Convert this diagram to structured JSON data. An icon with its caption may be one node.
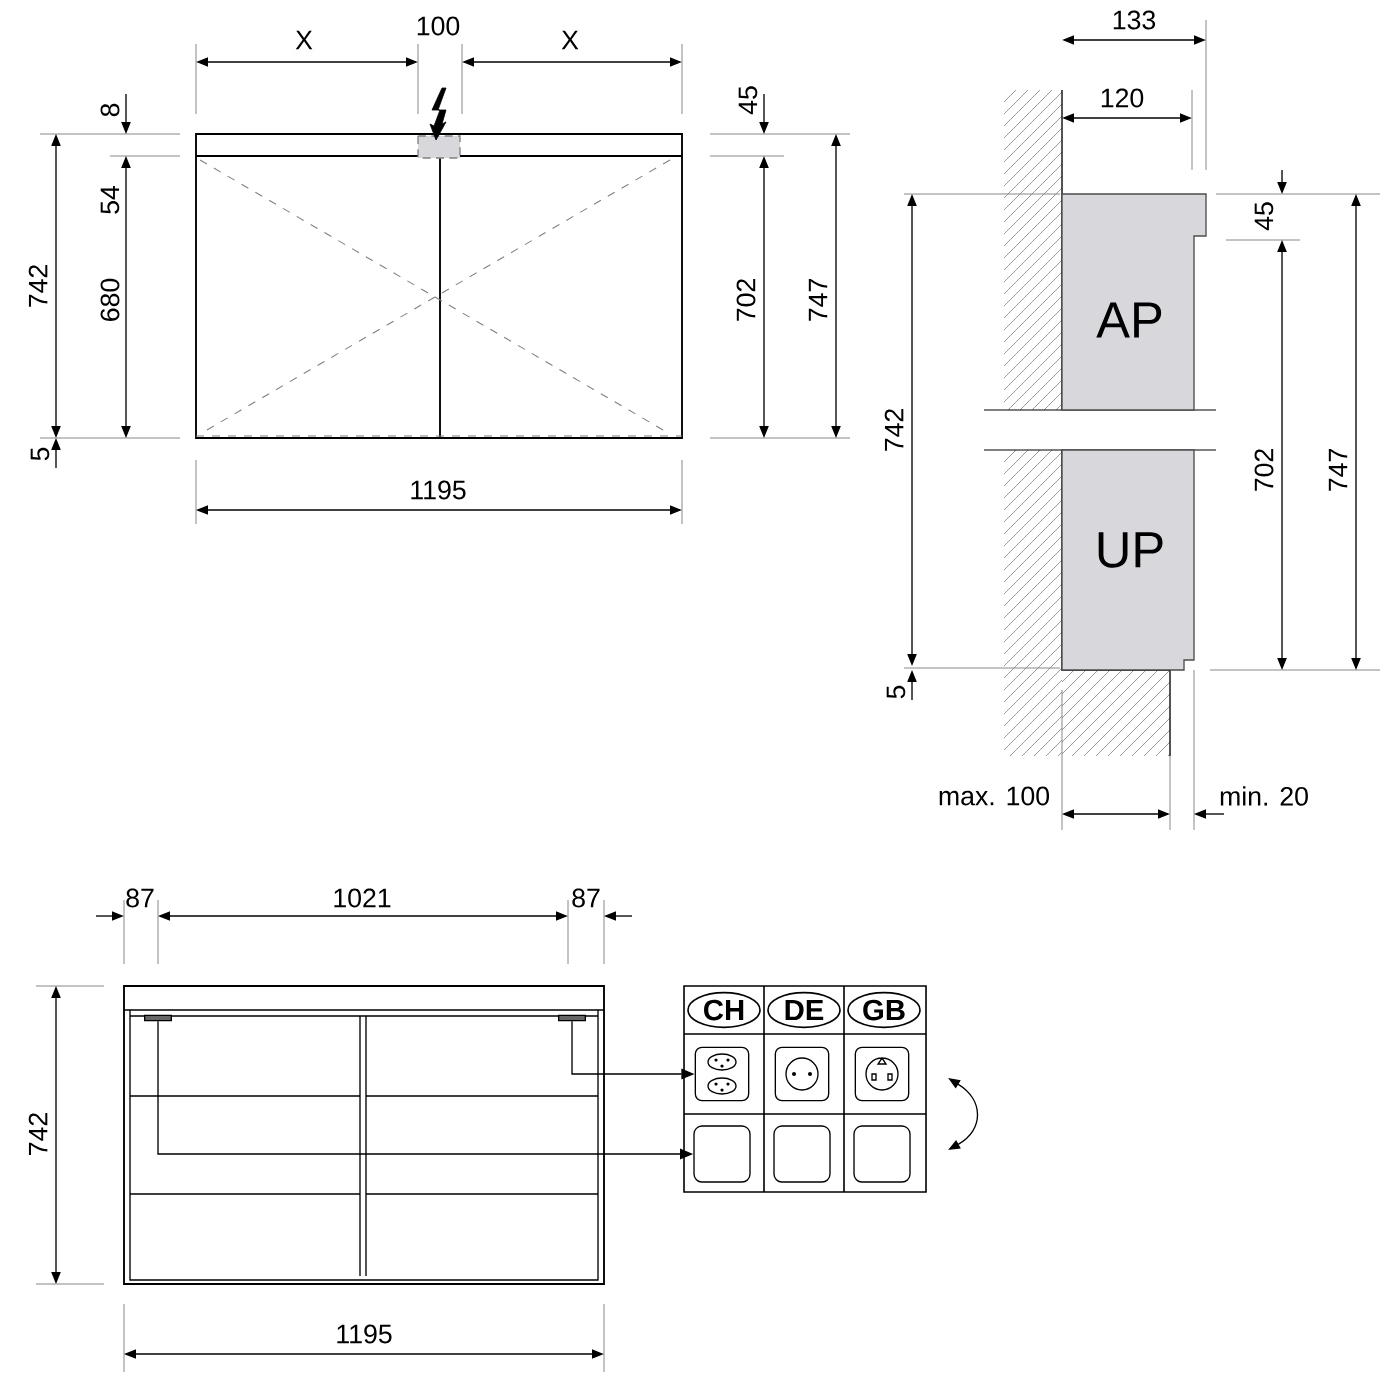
{
  "diagram": {
    "nodes": [
      {
        "text": [
          "AP"
        ]
      },
      {
        "text": [
          "UP"
        ]
      },
      {
        "text": [
          "CH"
        ]
      },
      {
        "text": [
          "DE"
        ]
      },
      {
        "text": [
          "GB"
        ]
      },
      {
        "text": [],
        "shape": "picture"
      },
      {
        "text": [],
        "shape": "picture"
      },
      {
        "text": [],
        "shape": "picture"
      },
      {
        "text": [],
        "shape": "box"
      },
      {
        "text": [],
        "shape": "box"
      },
      {
        "text": [],
        "shape": "box"
      },
      {
        "text": [],
        "shape": "bar"
      },
      {
        "text": [],
        "shape": "bar"
      }
    ],
    "edges": [
      {
        "from": 12,
        "to": 5,
        "arrow": "to"
      },
      {
        "from": 11,
        "to": 8,
        "arrow": "to"
      }
    ],
    "labels": [
      "X",
      "100",
      "X",
      "8",
      "54",
      "742",
      "680",
      "5",
      "45",
      "702",
      "747",
      "1195",
      "133",
      "120",
      "742",
      "5",
      "45",
      "702",
      "747",
      "max. 100",
      "min. 20",
      "87",
      "1021",
      "87",
      "742",
      "1195"
    ]
  }
}
